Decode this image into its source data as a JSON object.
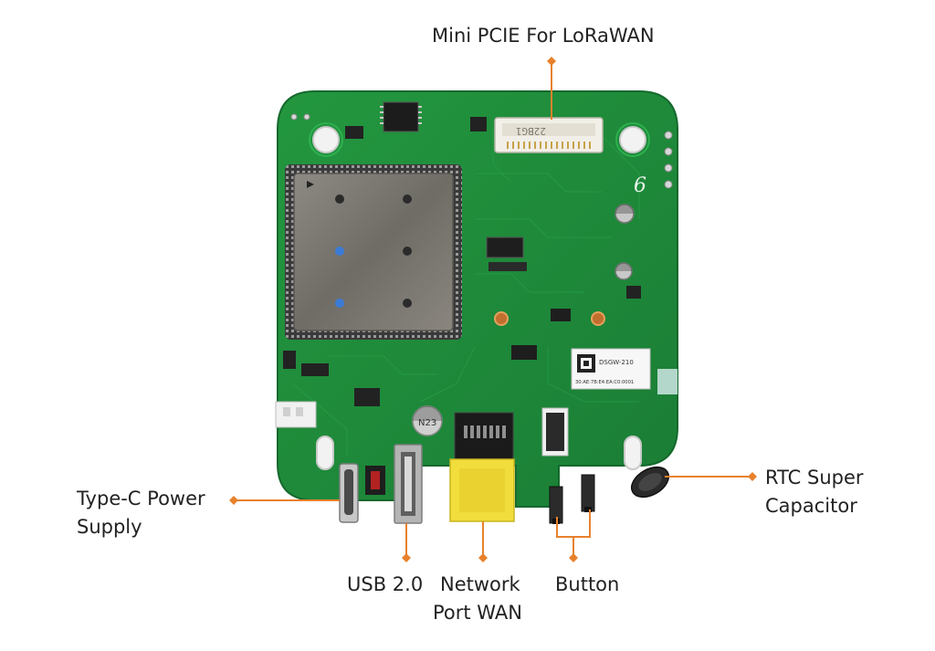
{
  "callouts": {
    "mini_pcie": "Mini PCIE For LoRaWAN",
    "type_c_line1": "Type-C Power",
    "type_c_line2": "Supply",
    "usb": "USB 2.0",
    "network_line1": "Network",
    "network_line2": "Port WAN",
    "button": "Button",
    "rtc_line1": "RTC Super",
    "rtc_line2": "Capacitor"
  },
  "board_markings": {
    "pcie_slot_text": "22BG1",
    "brand_mark": "6",
    "sticker_line1": "DSGW-210",
    "sticker_line2": "30:AE:7B:E4:EA:C0:0001",
    "chip_text": "N23"
  },
  "colors": {
    "pcb": "#1e8a3c",
    "pcb_dark": "#17702f",
    "callout": "#e8812c",
    "text": "#222222",
    "background": "#ffffff"
  }
}
